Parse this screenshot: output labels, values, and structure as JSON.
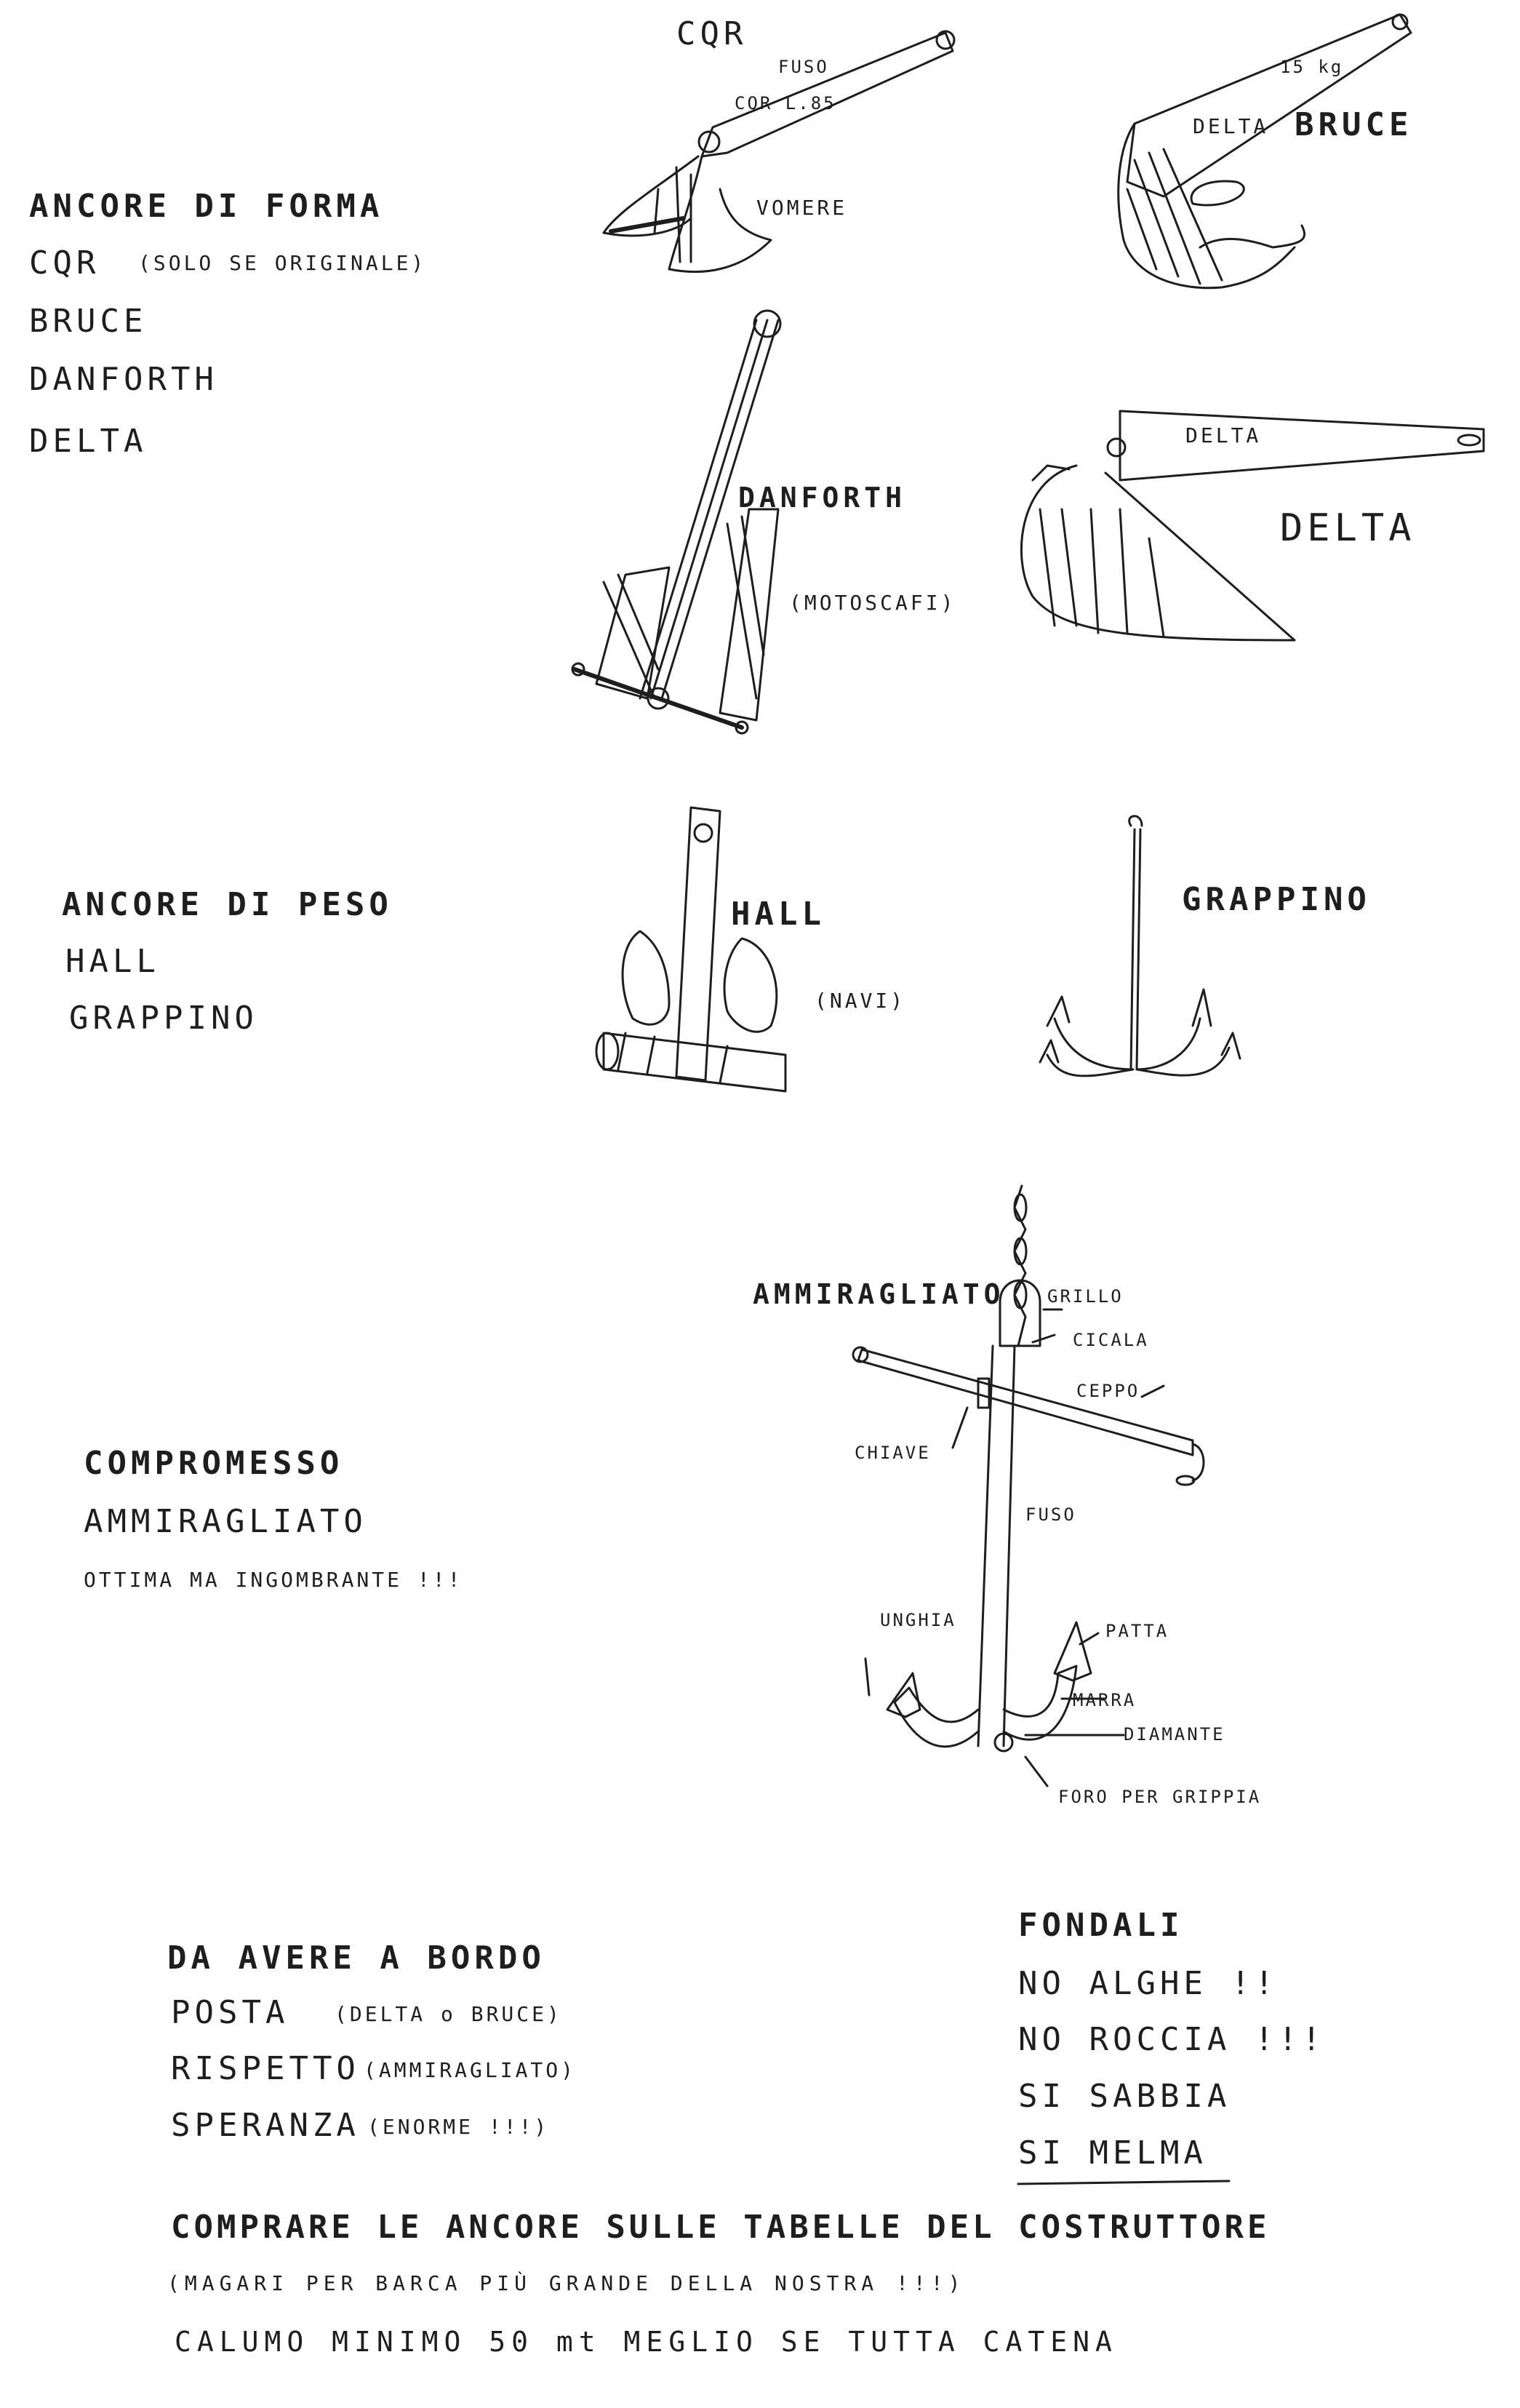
{
  "section_forma": {
    "heading": "ANCORE DI FORMA",
    "items": [
      "CQR",
      "(SOLO SE ORIGINALE)",
      "BRUCE",
      "DANFORTH",
      "DELTA"
    ]
  },
  "section_peso": {
    "heading": "ANCORE DI PESO",
    "items": [
      "HALL",
      "GRAPPINO"
    ]
  },
  "section_compromesso": {
    "heading": "COMPROMESSO",
    "items": [
      "AMMIRAGLIATO",
      "OTTIMA MA INGOMBRANTE !!!"
    ]
  },
  "drawings": {
    "cqr": {
      "title": "CQR",
      "parts": [
        "FUSO",
        "CQR L.85",
        "VOMERE"
      ]
    },
    "bruce": {
      "title": "BRUCE",
      "parts": [
        "DELTA",
        "15 kg"
      ]
    },
    "danforth": {
      "title": "DANFORTH",
      "note": "(MOTOSCAFI)"
    },
    "delta": {
      "title": "DELTA",
      "parts": [
        "DELTA"
      ]
    },
    "hall": {
      "title": "HALL",
      "note": "(NAVI)"
    },
    "grappino": {
      "title": "GRAPPINO"
    },
    "ammiragliato": {
      "title": "AMMIRAGLIATO",
      "parts": [
        "GRILLO",
        "CICALA",
        "CEPPO",
        "CHIAVE",
        "FUSO",
        "UNGHIA",
        "PATTA",
        "MARRA",
        "DIAMANTE",
        "FORO PER GRIPPIA"
      ]
    }
  },
  "section_bordo": {
    "heading": "DA AVERE A BORDO",
    "items": [
      "POSTA",
      "(DELTA o BRUCE)",
      "RISPETTO",
      "(AMMIRAGLIATO)",
      "SPERANZA",
      "(ENORME !!!)"
    ]
  },
  "section_fondali": {
    "heading": "FONDALI",
    "items": [
      "NO ALGHE !!",
      "NO ROCCIA !!!",
      "SI SABBIA",
      "SI MELMA"
    ]
  },
  "footer": {
    "line1": "COMPRARE LE ANCORE SULLE TABELLE DEL COSTRUTTORE",
    "line2": "(MAGARI PER BARCA PIÙ GRANDE DELLA NOSTRA !!!)",
    "line3": "CALUMO MINIMO 50 mt MEGLIO SE TUTTA CATENA"
  },
  "colors": {
    "ink": "#1e1e1e",
    "paper": "#ffffff"
  }
}
